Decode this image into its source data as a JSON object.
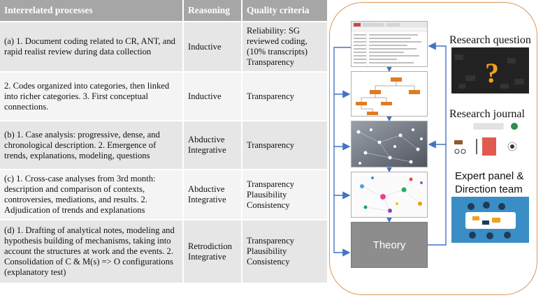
{
  "table": {
    "headers": [
      "Interrelated processes",
      "Reasoning",
      "Quality criteria"
    ],
    "rows": [
      {
        "process": "(a) 1. Document coding related to CR, ANT, and rapid realist review during data collection",
        "reasoning": "Inductive",
        "quality": "Reliability: SG reviewed coding, (10% transcripts)\nTransparency"
      },
      {
        "process": "2. Codes organized into categories, then linked into richer categories. 3. First conceptual connections.",
        "reasoning": "Inductive",
        "quality": "Transparency"
      },
      {
        "process": "(b) 1. Case analysis: progressive, dense, and chronological description. 2. Emergence of trends, explanations, modeling, questions",
        "reasoning": "Abductive\nIntegrative",
        "quality": "Transparency"
      },
      {
        "process": "(c) 1. Cross-case analyses from 3rd month: description and comparison of contexts, controversies, mediations, and results. 2. Adjudication of trends and explanations",
        "reasoning": "Abductive\nIntegrative",
        "quality": "Transparency\nPlausibility\nConsistency"
      },
      {
        "process": "(d) 1. Drafting of analytical notes, modeling and hypothesis building of mechanisms, taking into account the structures at work and the events. 2. Consolidation of C & M(s) => O configurations (explanatory test)",
        "reasoning": "Retrodiction\nIntegrative",
        "quality": "Transparency\nPlausibility\nConsistency"
      }
    ]
  },
  "diagram": {
    "theory_label": "Theory",
    "research_question": "Research question",
    "research_journal": "Research journal",
    "expert_panel": "Expert panel &\nDirection team"
  },
  "colors": {
    "header_bg": "#a6a6a6",
    "row_dark": "#e6e6e6",
    "row_light": "#f4f4f4",
    "frame": "#d9965b",
    "arrow": "#4472c4",
    "theory_bg": "#8d8d8d"
  }
}
